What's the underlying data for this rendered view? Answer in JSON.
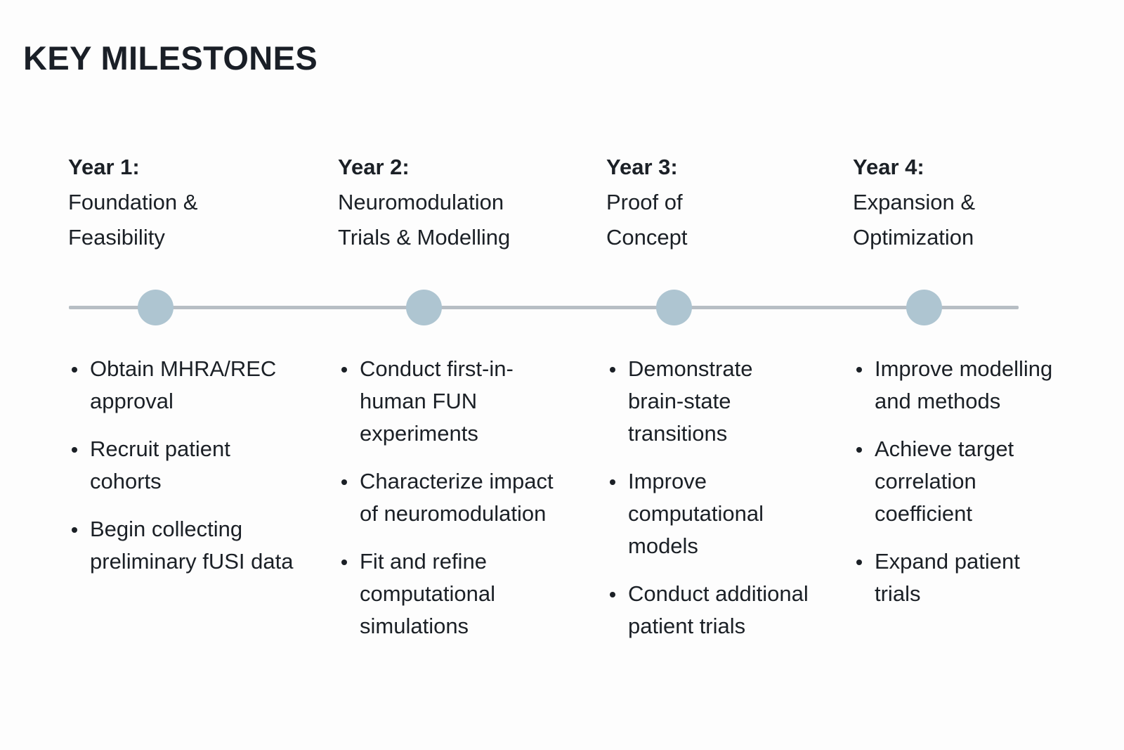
{
  "slide": {
    "title": "KEY MILESTONES",
    "background_color": "#fdfdfd",
    "text_color": "#1b2026"
  },
  "timeline": {
    "axis_color": "#b7bec4",
    "node_color": "#aec5d1",
    "node_count": 4
  },
  "columns": [
    {
      "year_label": "Year 1:",
      "phase_line_1": "Foundation &",
      "phase_line_2": "Feasibility",
      "bullets": [
        "Obtain MHRA/REC approval",
        "Recruit patient cohorts",
        "Begin collecting preliminary fUSI data"
      ]
    },
    {
      "year_label": "Year 2:",
      "phase_line_1": "Neuromodulation",
      "phase_line_2": "Trials & Modelling",
      "bullets": [
        "Conduct first-in-human FUN experiments",
        "Characterize impact of neuromodulation",
        "Fit and refine computational simulations"
      ]
    },
    {
      "year_label": "Year 3:",
      "phase_line_1": "Proof of",
      "phase_line_2": "Concept",
      "bullets": [
        "Demonstrate brain-state transitions",
        "Improve computational models",
        "Conduct additional patient trials"
      ]
    },
    {
      "year_label": "Year 4:",
      "phase_line_1": "Expansion &",
      "phase_line_2": "Optimization",
      "bullets": [
        "Improve modelling and methods",
        "Achieve target correlation coefficient",
        "Expand patient trials"
      ]
    }
  ]
}
